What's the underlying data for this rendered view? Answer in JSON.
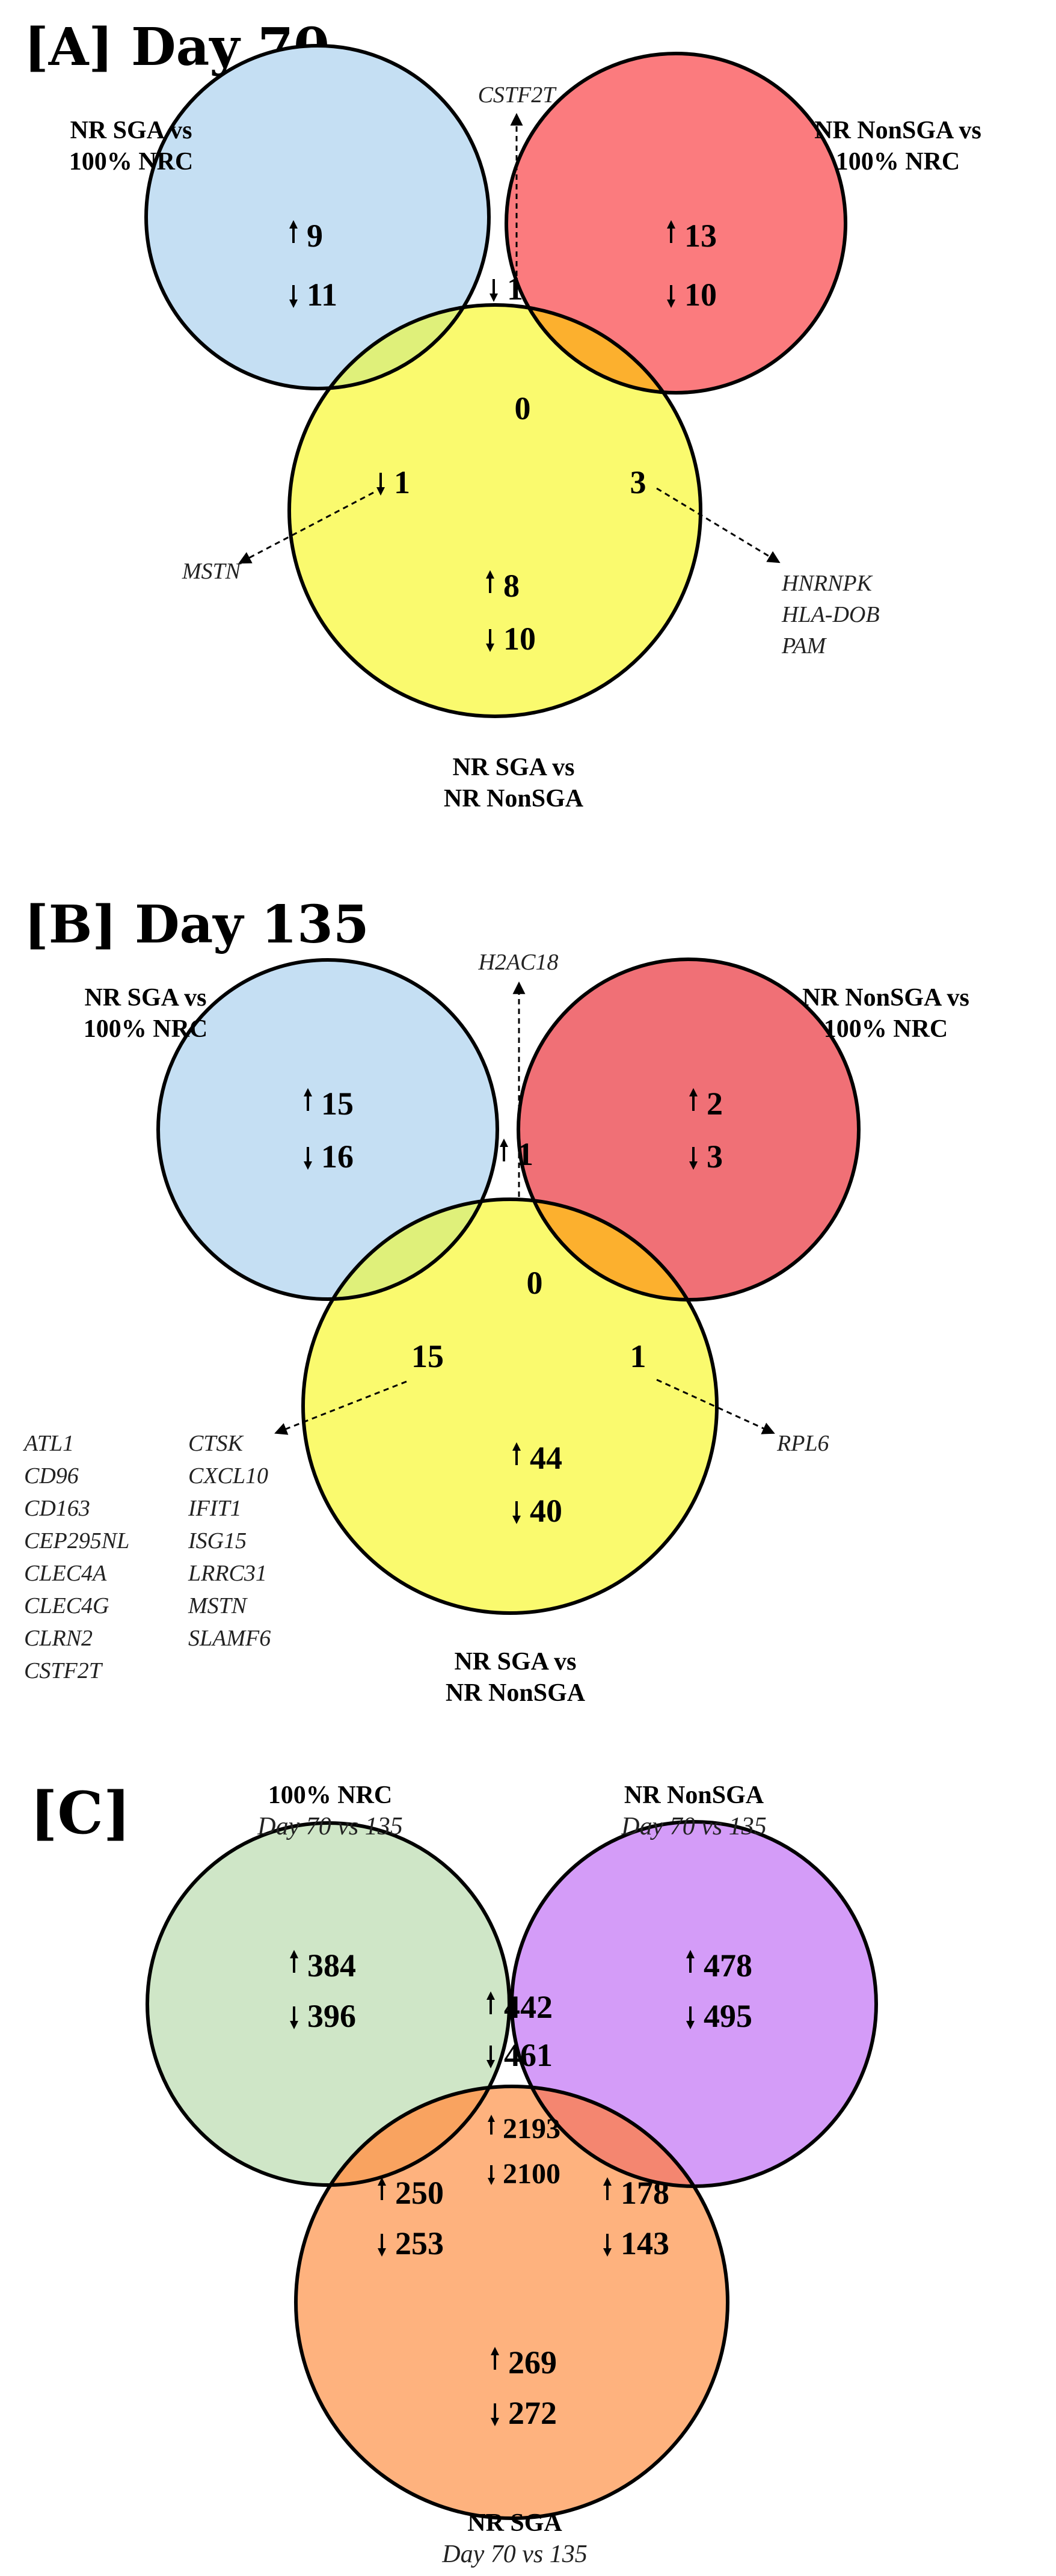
{
  "panels": [
    {
      "title": "[A] Day 70",
      "labels": [
        "NR SGA vs",
        "100% NRC",
        "NR NonSGA vs",
        "100% NRC",
        "NR SGA vs",
        "NR NonSGA"
      ],
      "counts": {
        "a_only": [
          "9",
          "11"
        ],
        "b_only": [
          "13",
          "10"
        ],
        "c_only": [
          "8",
          "10"
        ],
        "ab": [
          "1"
        ],
        "ac": [
          "1"
        ],
        "bc": [
          "3"
        ],
        "abc": [
          "0"
        ]
      },
      "genes": {
        "ab": [
          "CSTF2T"
        ],
        "ac": [
          "MSTN"
        ],
        "bc": [
          "HNRNPK",
          "HLA-DOB",
          "PAM"
        ]
      }
    },
    {
      "title": "[B] Day 135",
      "labels": [
        "NR SGA vs",
        "100% NRC",
        "NR NonSGA vs",
        "100% NRC",
        "NR SGA vs",
        "NR NonSGA"
      ],
      "counts": {
        "a_only": [
          "15",
          "16"
        ],
        "b_only": [
          "2",
          "3"
        ],
        "c_only": [
          "44",
          "40"
        ],
        "ab": [
          "1"
        ],
        "ac": [
          "15"
        ],
        "bc": [
          "1"
        ],
        "abc": [
          "0"
        ]
      },
      "genes": {
        "ab": [
          "H2AC18"
        ],
        "ac_col1": [
          "ATL1",
          "CD96",
          "CD163",
          "CEP295NL",
          "CLEC4A",
          "CLEC4G",
          "CLRN2",
          "CSTF2T"
        ],
        "ac_col2": [
          "CTSK",
          "CXCL10",
          "IFIT1",
          "ISG15",
          "LRRC31",
          "MSTN",
          "SLAMF6"
        ],
        "bc": [
          "RPL6"
        ]
      }
    },
    {
      "title": "[C]",
      "labels": [
        "100% NRC",
        "Day 70 vs 135",
        "NR NonSGA",
        "Day 70 vs 135",
        "NR SGA",
        "Day 70 vs 135"
      ],
      "counts": {
        "a_only": [
          "384",
          "396"
        ],
        "b_only": [
          "478",
          "495"
        ],
        "c_only": [
          "269",
          "272"
        ],
        "ab": [
          "442",
          "461"
        ],
        "ac": [
          "250",
          "253"
        ],
        "bc": [
          "178",
          "143"
        ],
        "abc": [
          "2193",
          "2100"
        ]
      }
    }
  ],
  "colors": {
    "A": {
      "left": "#c5dff3",
      "right": "#fb7b7e",
      "bottom": "#fafa6e",
      "left_right": "#d5a0b4",
      "left_bottom": "#dff07a",
      "right_bottom": "#fcb02e",
      "center": "#e6b152"
    },
    "B": {
      "left": "#c5dff3",
      "right": "#f07076",
      "bottom": "#fafa6e",
      "left_right": "#d5a0b4",
      "left_bottom": "#dff07a",
      "right_bottom": "#fcb02e",
      "center": "#e6b152"
    },
    "C": {
      "left": "#cfe6c7",
      "right": "#d49cf8",
      "bottom": "#feb27e",
      "left_right": "#b6a6c6",
      "left_bottom": "#f9a360",
      "right_bottom": "#f48670",
      "center": "#e58a62"
    }
  },
  "icons": {
    "up": "up-arrow-icon",
    "down": "down-arrow-icon"
  }
}
